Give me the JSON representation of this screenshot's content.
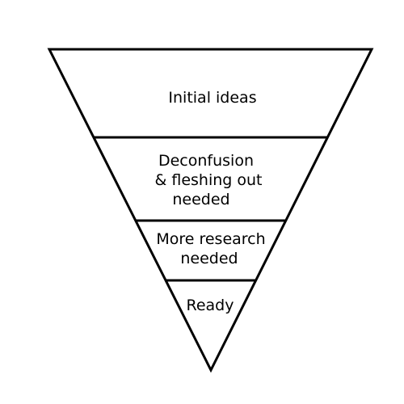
{
  "funnel": {
    "stages": [
      {
        "lines": [
          "Initial ideas"
        ]
      },
      {
        "lines": [
          "Deconfusion",
          "& fleshing out",
          "needed"
        ]
      },
      {
        "lines": [
          "More research",
          "needed"
        ]
      },
      {
        "lines": [
          "Ready"
        ]
      }
    ]
  },
  "colors": {
    "stroke": "#000000",
    "background": "#ffffff"
  }
}
